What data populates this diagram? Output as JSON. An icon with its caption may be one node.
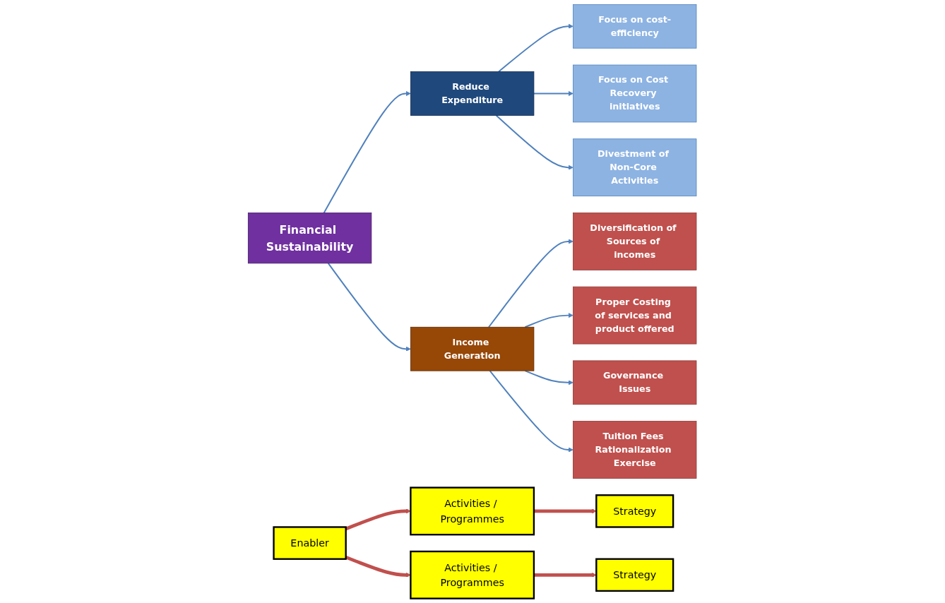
{
  "diagram": {
    "nodes": [
      {
        "text": [
          "Financial Sustainability"
        ]
      },
      {
        "text": [
          "Reduce Expenditure"
        ]
      },
      {
        "text": [
          "Income Generation"
        ]
      },
      {
        "text": [
          "Focus on cost-efficiency"
        ]
      },
      {
        "text": [
          "Focus on Cost Recovery initiatives"
        ]
      },
      {
        "text": [
          "Divestment of Non-Core Activities"
        ]
      },
      {
        "text": [
          "Diversification of Sources of incomes"
        ]
      },
      {
        "text": [
          "Proper Costing of services and product offered"
        ]
      },
      {
        "text": [
          "Governance Issues"
        ]
      },
      {
        "text": [
          "Tuition Fees Rationalization Exercise"
        ]
      },
      {
        "text": [
          "Strategy"
        ]
      },
      {
        "text": [
          "Activities / Programmes"
        ]
      },
      {
        "text": [
          "Enabler"
        ]
      },
      {
        "text": [
          "Activities / Programmes"
        ]
      },
      {
        "text": [
          "Strategy"
        ]
      }
    ],
    "edges": [
      {
        "from": 0,
        "to": 1,
        "arrow": "to"
      },
      {
        "from": 0,
        "to": 2,
        "arrow": "to"
      },
      {
        "from": 1,
        "to": 3,
        "arrow": "to"
      },
      {
        "from": 1,
        "to": 4,
        "arrow": "to"
      },
      {
        "from": 1,
        "to": 5,
        "arrow": "to"
      },
      {
        "from": 2,
        "to": 6,
        "arrow": "to"
      },
      {
        "from": 2,
        "to": 7,
        "arrow": "to"
      },
      {
        "from": 2,
        "to": 8,
        "arrow": "to"
      },
      {
        "from": 2,
        "to": 9,
        "arrow": "to"
      },
      {
        "from": 12,
        "to": 11,
        "arrow": "to",
        "style": "thick",
        "color": "#c0504d"
      },
      {
        "from": 11,
        "to": 10,
        "arrow": "to",
        "style": "thick",
        "color": "#c0504d"
      },
      {
        "from": 12,
        "to": 13,
        "arrow": "to",
        "style": "thick",
        "color": "#c0504d"
      },
      {
        "from": 13,
        "to": 14,
        "arrow": "to",
        "style": "thick",
        "color": "#c0504d"
      }
    ]
  }
}
